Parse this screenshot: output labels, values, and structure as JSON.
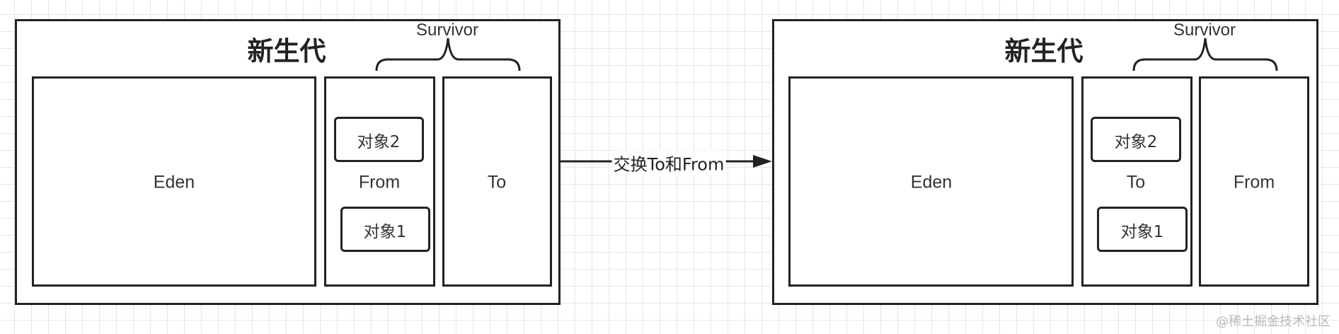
{
  "diagrams": [
    {
      "title": "新生代",
      "survivor_label": "Survivor",
      "regions": {
        "eden": "Eden",
        "survivor_a": "From",
        "survivor_b": "To"
      },
      "objects": [
        "对象2",
        "对象1"
      ]
    },
    {
      "title": "新生代",
      "survivor_label": "Survivor",
      "regions": {
        "eden": "Eden",
        "survivor_a": "To",
        "survivor_b": "From"
      },
      "objects": [
        "对象2",
        "对象1"
      ]
    }
  ],
  "arrow_label": "交换To和From",
  "watermark": "@稀土掘金技术社区"
}
